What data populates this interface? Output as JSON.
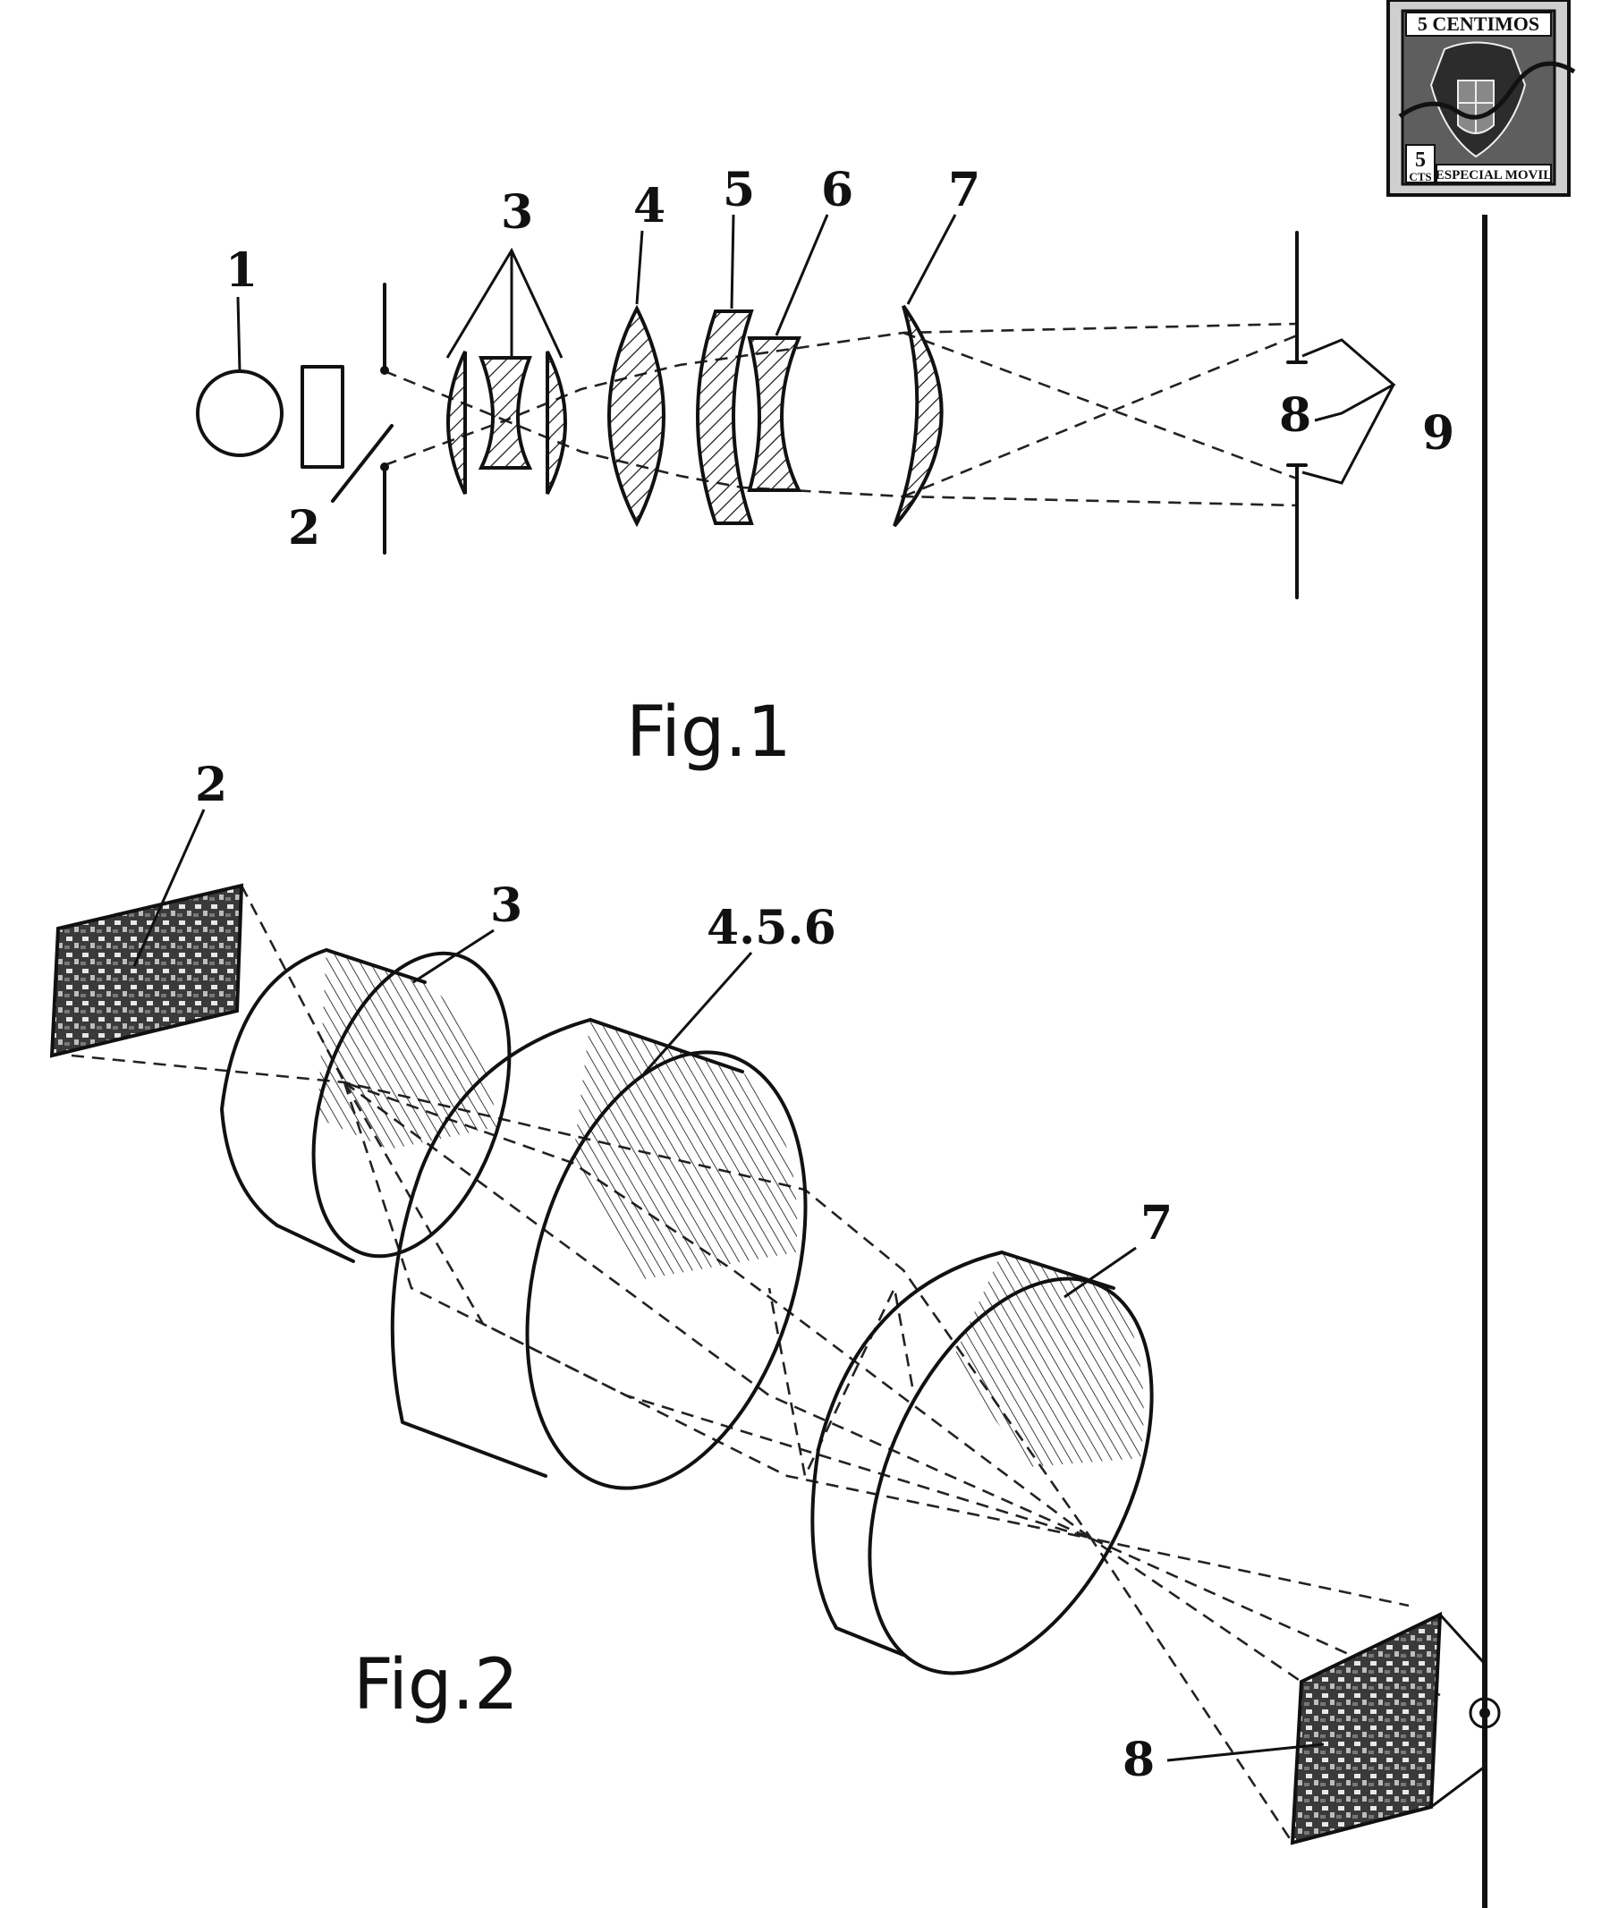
{
  "figure1": {
    "caption": "Fig.1",
    "labels": {
      "source": "1",
      "slide": "2",
      "lens3": "3",
      "lens4": "4",
      "lens5": "5",
      "lens6": "6",
      "lens7": "7",
      "image": "8",
      "eye": "9"
    }
  },
  "figure2": {
    "caption": "Fig.2",
    "labels": {
      "slide": "2",
      "lens3": "3",
      "lens456": "4.5.6",
      "lens7": "7",
      "image": "8"
    }
  },
  "stamp": {
    "top_text": "5 CENTIMOS",
    "corner_value": "5",
    "corner_unit": "CTS",
    "bottom_text": "ESPECIAL MOVIL"
  }
}
